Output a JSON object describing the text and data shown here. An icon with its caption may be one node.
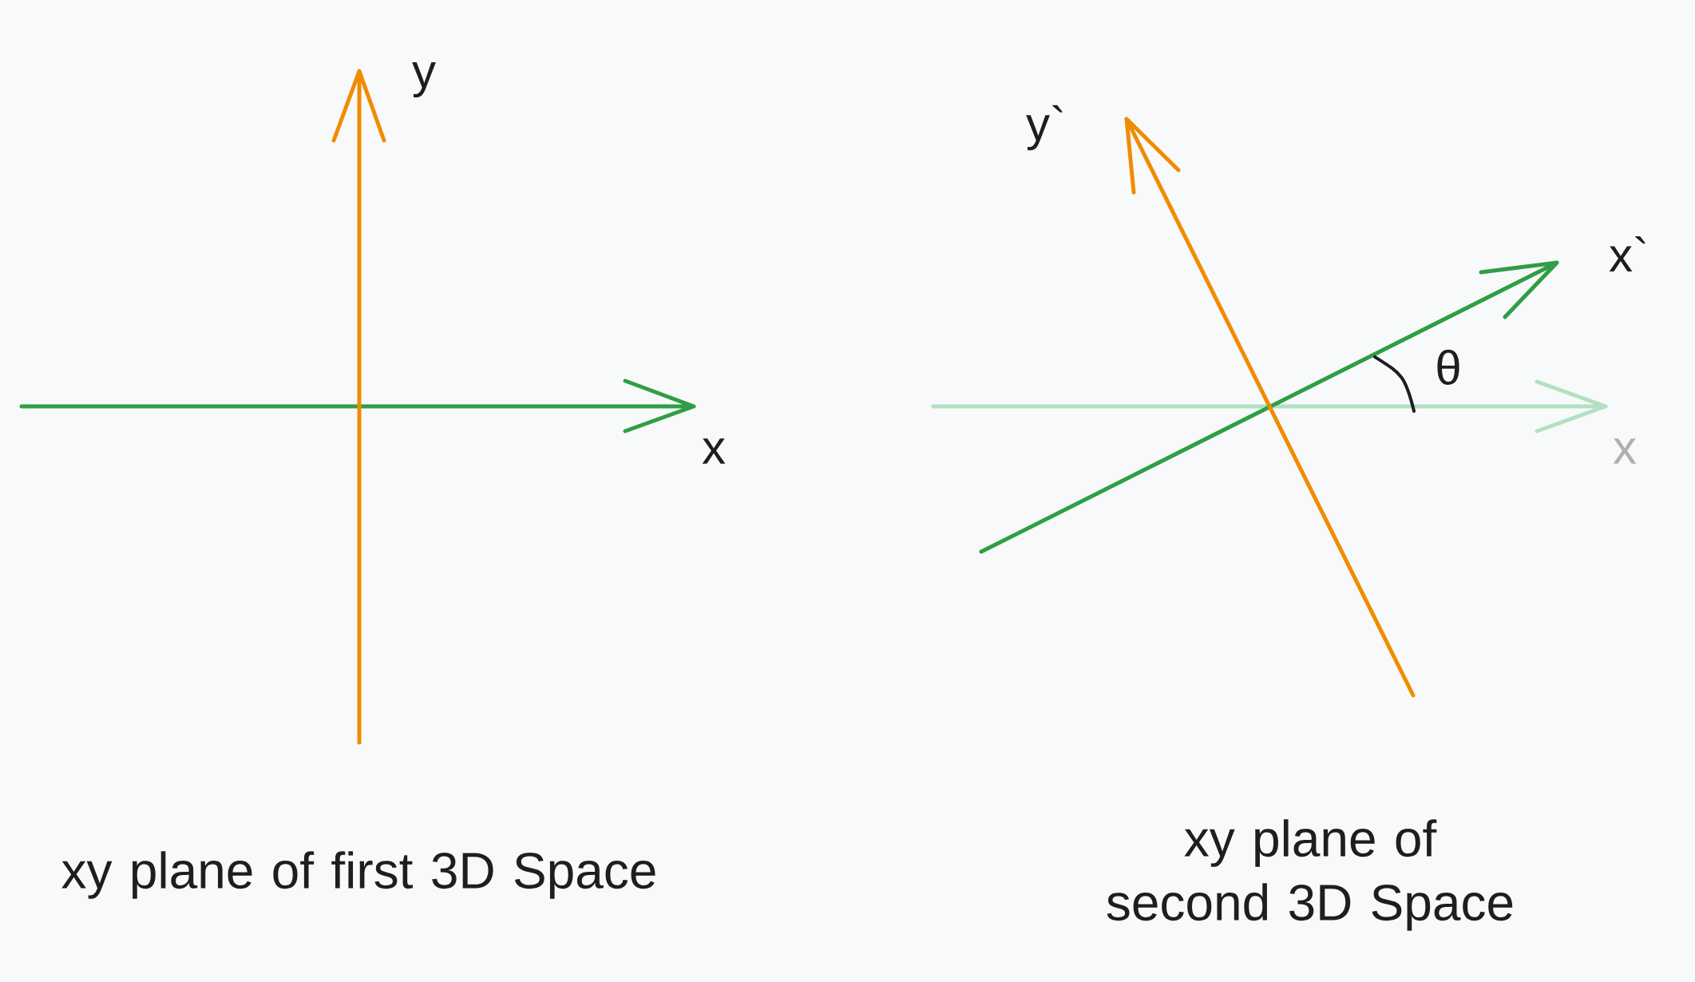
{
  "diagram": {
    "labels": [
      "y",
      "x",
      "xy plane of first 3D Space",
      "y`",
      "x`",
      "θ",
      "x",
      "xy plane of second 3D Space"
    ]
  }
}
